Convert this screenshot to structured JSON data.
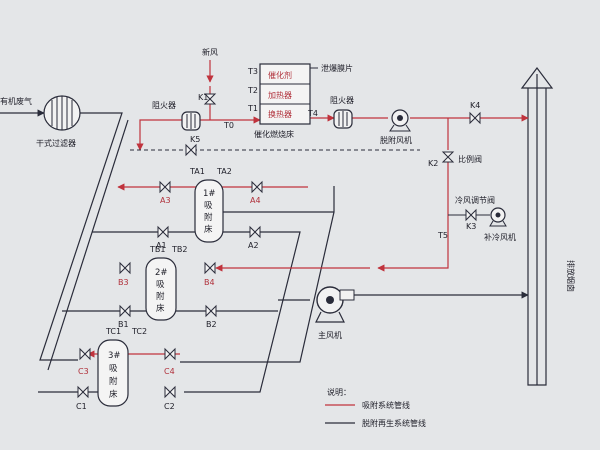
{
  "colors": {
    "background": "#e4e6e8",
    "ink": "#2a2c3a",
    "regen_line": "#c0333d",
    "accent_text": "#b0303a"
  },
  "labels": {
    "organic_waste_gas": "有机废气",
    "dry_filter": "干式过滤器",
    "fresh_air": "新风",
    "flame_arrester_left": "阻火器",
    "flame_arrester_right": "阻火器",
    "catalytic_bed": "催化燃烧床",
    "catalyst": "催化剂",
    "heater": "加热器",
    "heat_exchanger": "换热器",
    "explosion_vent": "泄爆膜片",
    "desorption_fan": "脱附风机",
    "proportional_valve": "比例阀",
    "cooling_valve": "冷风调节阀",
    "supplement_fan": "补冷风机",
    "main_fan": "主风机",
    "stack": "排放烟囱",
    "legend_title": "说明：",
    "legend_adsorption": "吸附系统管线",
    "legend_desorption": "脱附再生系统管线"
  },
  "tags": {
    "T0": "T0",
    "T1": "T1",
    "T2": "T2",
    "T3": "T3",
    "T4": "T4",
    "T5": "T5",
    "K1": "K1",
    "K2": "K2",
    "K3": "K3",
    "K4": "K4",
    "K5": "K5",
    "TA1": "TA1",
    "TA2": "TA2",
    "TB1": "TB1",
    "TB2": "TB2",
    "TC1": "TC1",
    "TC2": "TC2",
    "A1": "A1",
    "A2": "A2",
    "A3": "A3",
    "A4": "A4",
    "B1": "B1",
    "B2": "B2",
    "B3": "B3",
    "B4": "B4",
    "C1": "C1",
    "C2": "C2",
    "C3": "C3",
    "C4": "C4"
  },
  "beds": [
    {
      "line1": "1#",
      "line2": "吸",
      "line3": "附",
      "line4": "床"
    },
    {
      "line1": "2#",
      "line2": "吸",
      "line3": "附",
      "line4": "床"
    },
    {
      "line1": "3#",
      "line2": "吸",
      "line3": "附",
      "line4": "床"
    }
  ]
}
